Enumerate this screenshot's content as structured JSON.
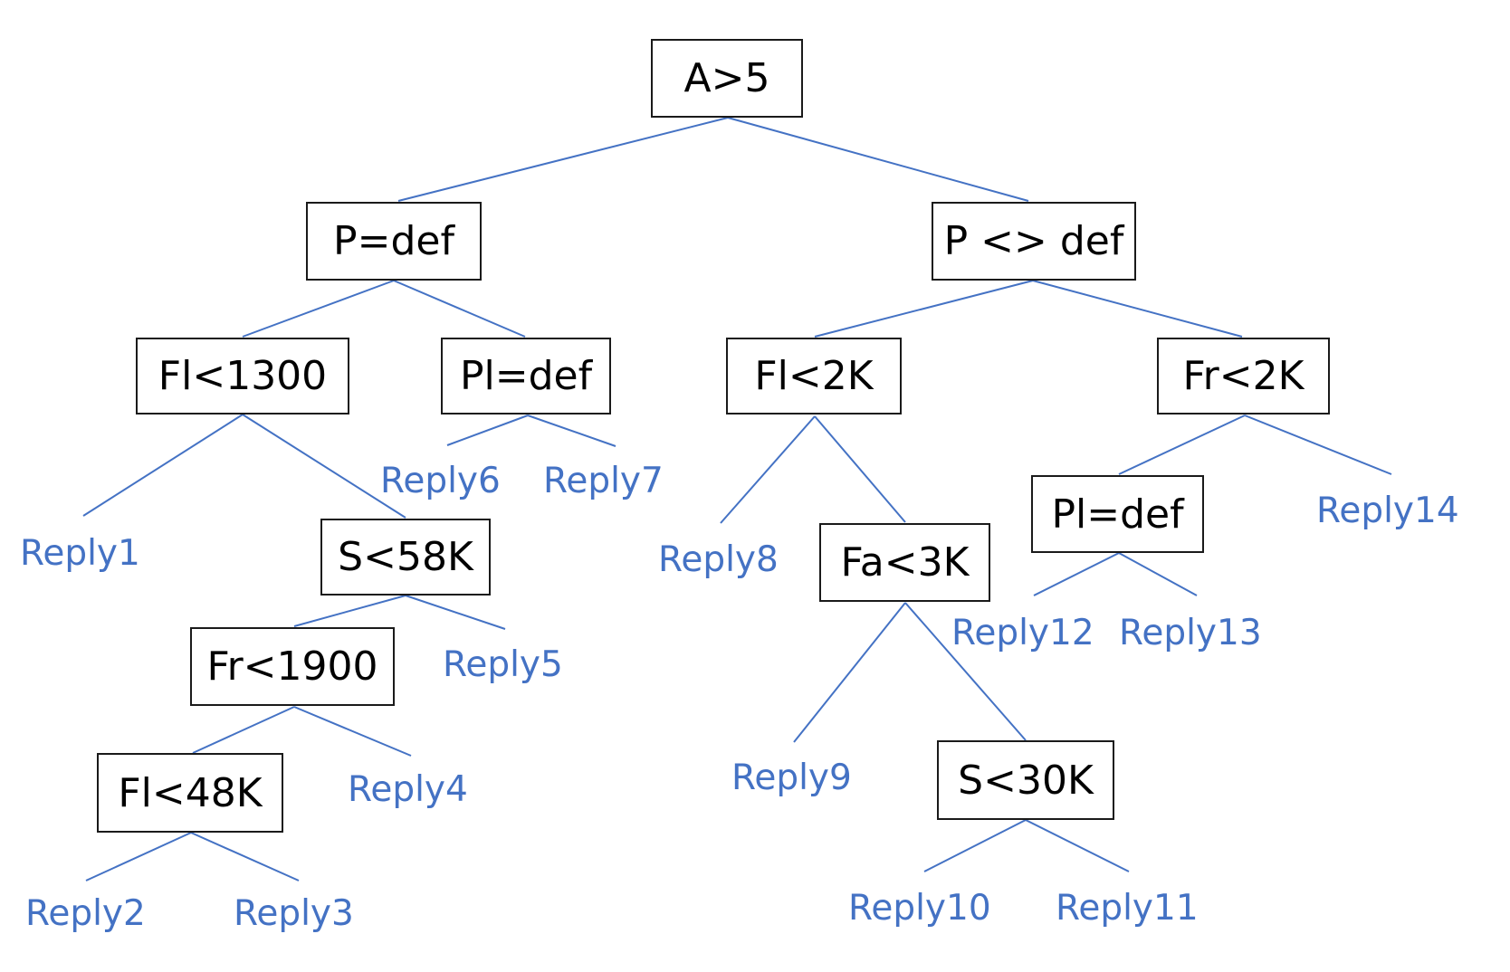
{
  "diagram": {
    "edge_color": "#4472C4",
    "leaf_color": "#4472C4",
    "nodes": [
      {
        "id": "n_a5",
        "label": "A>5"
      },
      {
        "id": "n_pdef",
        "label": "P=def"
      },
      {
        "id": "n_pnotdef",
        "label": "P <> def"
      },
      {
        "id": "n_fl1300",
        "label": "Fl<1300"
      },
      {
        "id": "n_pldef1",
        "label": "Pl=def"
      },
      {
        "id": "n_fl2k",
        "label": "Fl<2K"
      },
      {
        "id": "n_fr2k",
        "label": "Fr<2K"
      },
      {
        "id": "n_s58k",
        "label": "S<58K"
      },
      {
        "id": "n_fr1900",
        "label": "Fr<1900"
      },
      {
        "id": "n_fl48k",
        "label": "Fl<48K"
      },
      {
        "id": "n_fa3k",
        "label": "Fa<3K"
      },
      {
        "id": "n_pldef2",
        "label": "Pl=def"
      },
      {
        "id": "n_s30k",
        "label": "S<30K"
      }
    ],
    "leaves": [
      {
        "id": "r1",
        "label": "Reply1"
      },
      {
        "id": "r2",
        "label": "Reply2"
      },
      {
        "id": "r3",
        "label": "Reply3"
      },
      {
        "id": "r4",
        "label": "Reply4"
      },
      {
        "id": "r5",
        "label": "Reply5"
      },
      {
        "id": "r6",
        "label": "Reply6"
      },
      {
        "id": "r7",
        "label": "Reply7"
      },
      {
        "id": "r8",
        "label": "Reply8"
      },
      {
        "id": "r9",
        "label": "Reply9"
      },
      {
        "id": "r10",
        "label": "Reply10"
      },
      {
        "id": "r11",
        "label": "Reply11"
      },
      {
        "id": "r12",
        "label": "Reply12"
      },
      {
        "id": "r13",
        "label": "Reply13"
      },
      {
        "id": "r14",
        "label": "Reply14"
      }
    ],
    "edges": [
      [
        "n_a5",
        "n_pdef"
      ],
      [
        "n_a5",
        "n_pnotdef"
      ],
      [
        "n_pdef",
        "n_fl1300"
      ],
      [
        "n_pdef",
        "n_pldef1"
      ],
      [
        "n_pnotdef",
        "n_fl2k"
      ],
      [
        "n_pnotdef",
        "n_fr2k"
      ],
      [
        "n_fl1300",
        "r1"
      ],
      [
        "n_fl1300",
        "n_s58k"
      ],
      [
        "n_pldef1",
        "r6"
      ],
      [
        "n_pldef1",
        "r7"
      ],
      [
        "n_s58k",
        "n_fr1900"
      ],
      [
        "n_s58k",
        "r5"
      ],
      [
        "n_fr1900",
        "n_fl48k"
      ],
      [
        "n_fr1900",
        "r4"
      ],
      [
        "n_fl48k",
        "r2"
      ],
      [
        "n_fl48k",
        "r3"
      ],
      [
        "n_fl2k",
        "r8"
      ],
      [
        "n_fl2k",
        "n_fa3k"
      ],
      [
        "n_fa3k",
        "r9"
      ],
      [
        "n_fa3k",
        "n_s30k"
      ],
      [
        "n_s30k",
        "r10"
      ],
      [
        "n_s30k",
        "r11"
      ],
      [
        "n_fr2k",
        "n_pldef2"
      ],
      [
        "n_fr2k",
        "r14"
      ],
      [
        "n_pldef2",
        "r12"
      ],
      [
        "n_pldef2",
        "r13"
      ]
    ]
  }
}
